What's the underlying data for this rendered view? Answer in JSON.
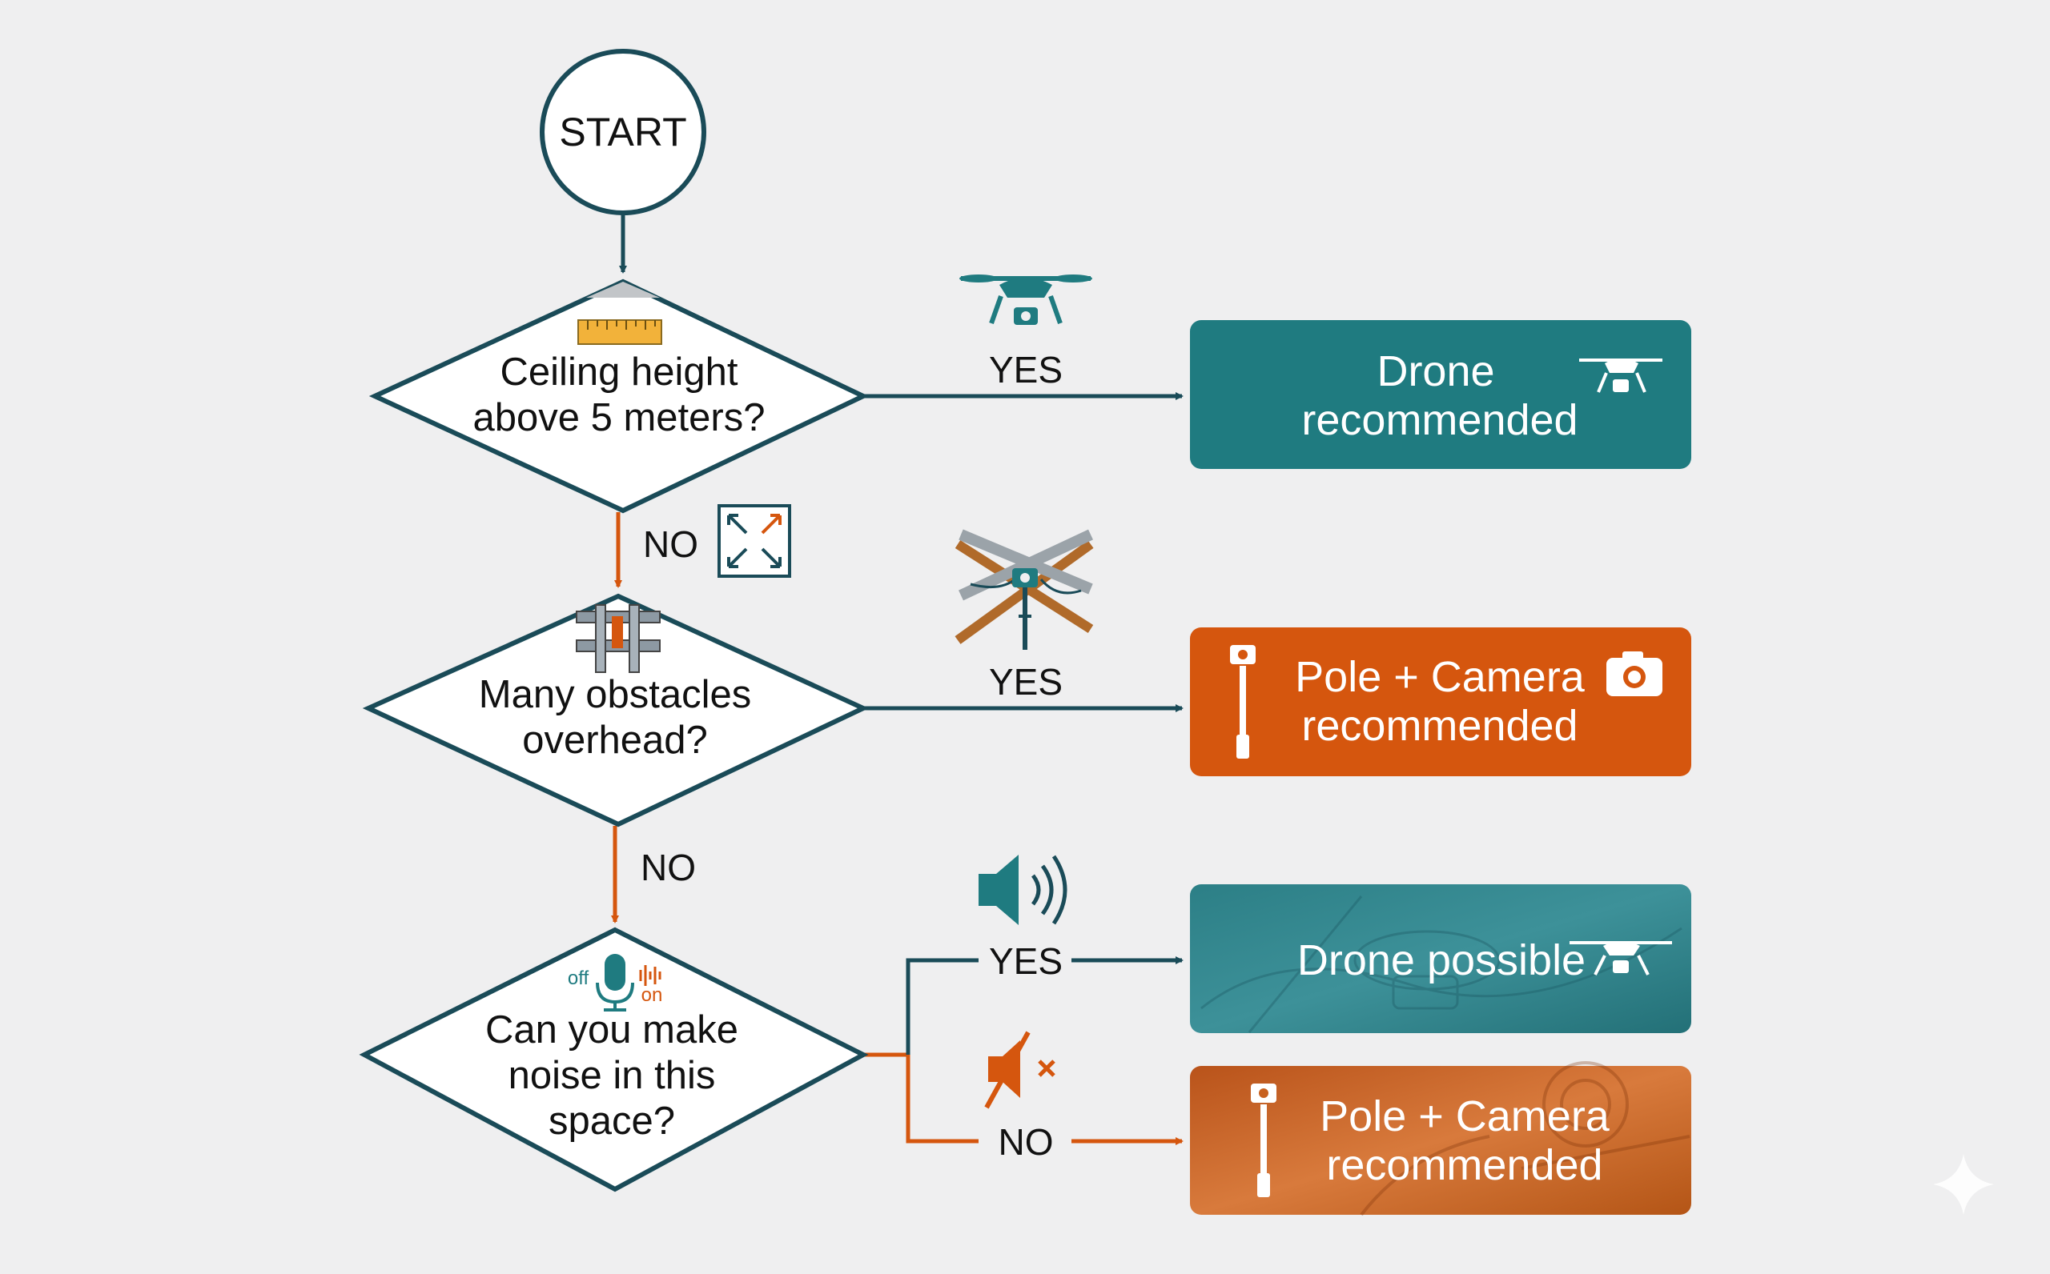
{
  "colors": {
    "teal": "#1f7b80",
    "teal_dark": "#1b5560",
    "orange": "#d5560e",
    "outline": "#1a4b58",
    "background": "#efeff0"
  },
  "start": {
    "label": "START"
  },
  "questions": [
    {
      "lines": [
        "Ceiling height",
        "above 5 meters?"
      ],
      "icon": "ruler-icon"
    },
    {
      "lines": [
        "Many obstacles",
        "overhead?"
      ],
      "icon": "pipes-icon"
    },
    {
      "lines": [
        "Can you make",
        "noise in this",
        "space?"
      ],
      "icon": "microphone-icon",
      "icon_labels": [
        "off",
        "on"
      ]
    }
  ],
  "edges": {
    "yes": "YES",
    "no": "NO"
  },
  "results": [
    {
      "lines": [
        "Drone",
        "recommended"
      ],
      "icon": "drone-icon",
      "color": "#1f7b80"
    },
    {
      "lines": [
        "Pole + Camera",
        "recommended"
      ],
      "icon": "pole-camera-icon",
      "color": "#d5560e"
    },
    {
      "lines": [
        "Drone possible"
      ],
      "icon": "drone-icon",
      "color": "#2f8a8f"
    },
    {
      "lines": [
        "Pole + Camera",
        "recommended"
      ],
      "icon": "pole-camera-icon",
      "color": "#c8611f"
    }
  ]
}
